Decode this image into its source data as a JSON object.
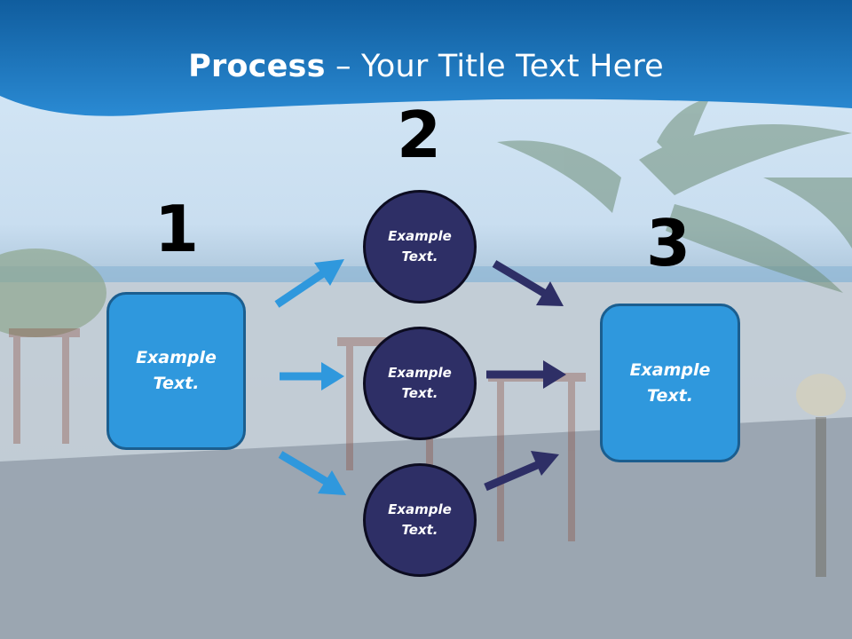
{
  "title": {
    "bold": "Process",
    "rest": " – Your Title Text Here"
  },
  "steps": [
    {
      "number": "1"
    },
    {
      "number": "2"
    },
    {
      "number": "3"
    }
  ],
  "left_box": {
    "line1": "Example",
    "line2": "Text."
  },
  "circles": [
    {
      "line1": "Example",
      "line2": "Text."
    },
    {
      "line1": "Example",
      "line2": "Text."
    },
    {
      "line1": "Example",
      "line2": "Text."
    }
  ],
  "right_box": {
    "line1": "Example",
    "line2": "Text."
  },
  "colors": {
    "header_blue": "#1a6fb6",
    "box_fill": "#2f98dd",
    "circle_fill": "#2e2f66",
    "arrow_light": "#2f98dd",
    "arrow_dark": "#2e2f66"
  }
}
